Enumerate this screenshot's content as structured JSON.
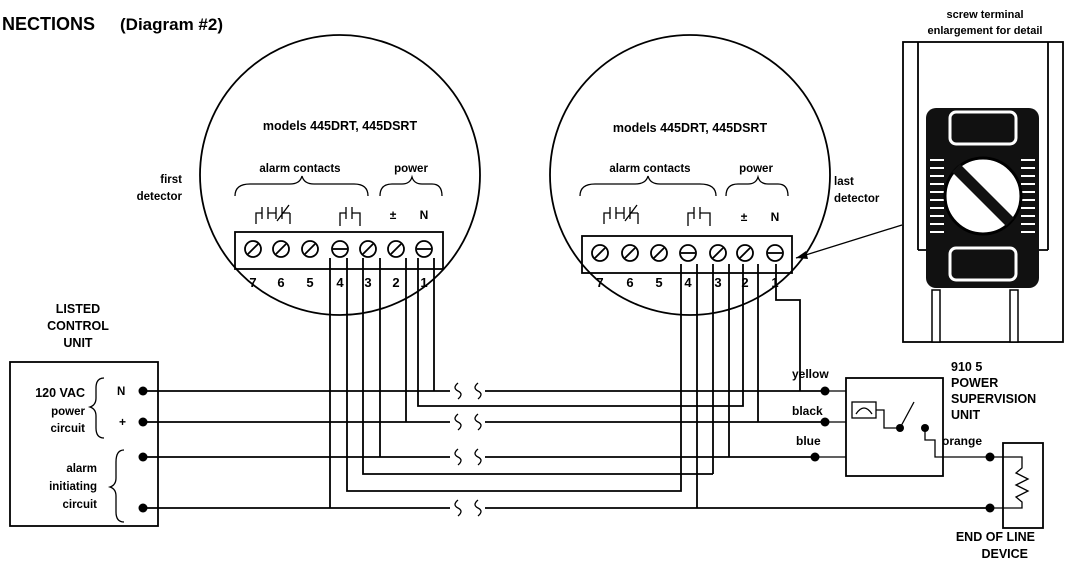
{
  "header": {
    "title": "NECTIONS",
    "subtitle": "(Diagram #2)"
  },
  "detector_first": {
    "models": "models 445DRT, 445DSRT",
    "alarm_contacts": "alarm contacts",
    "power": "power",
    "sym_plus": "±",
    "sym_n": "N",
    "label_line1": "first",
    "label_line2": "detector",
    "terminal_numbers": [
      "7",
      "6",
      "5",
      "4",
      "3",
      "2",
      "1"
    ]
  },
  "detector_last": {
    "models": "models 445DRT, 445DSRT",
    "alarm_contacts": "alarm contacts",
    "power": "power",
    "sym_plus": "±",
    "sym_n": "N",
    "label_line1": "last",
    "label_line2": "detector",
    "terminal_numbers": [
      "7",
      "6",
      "5",
      "4",
      "3",
      "2",
      "1"
    ]
  },
  "screw_terminal": {
    "line1": "screw terminal",
    "line2": "enlargement for detail"
  },
  "control_unit": {
    "title": [
      "LISTED",
      "CONTROL",
      "UNIT"
    ],
    "power_circuit": [
      "120 VAC",
      "power",
      "circuit"
    ],
    "n_label": "N",
    "plus_label": "+",
    "alarm_circuit": [
      "alarm",
      "initiating",
      "circuit"
    ]
  },
  "supervision_unit": {
    "title": [
      "910 5",
      "POWER",
      "SUPERVISION",
      "UNIT"
    ],
    "wires": {
      "yellow": "yellow",
      "black": "black",
      "blue": "blue",
      "orange": "orange"
    }
  },
  "end_of_line": [
    "END OF LINE",
    "DEVICE"
  ]
}
